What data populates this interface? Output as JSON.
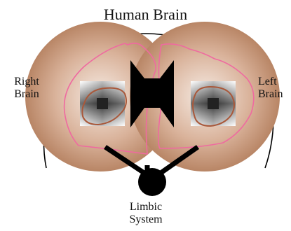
{
  "title": "Human Brain",
  "labels": {
    "right_brain": [
      "Right",
      "Brain"
    ],
    "left_brain": [
      "Left",
      "Brain"
    ],
    "limbic_system": [
      "Limbic",
      "System"
    ]
  },
  "colors": {
    "hemisphere_light": "#f4e6dc",
    "hemisphere_dark": "#b07a58",
    "outline_pink": "#ef6aa0",
    "region_outline": "#a9583a",
    "connector": "#000000"
  }
}
